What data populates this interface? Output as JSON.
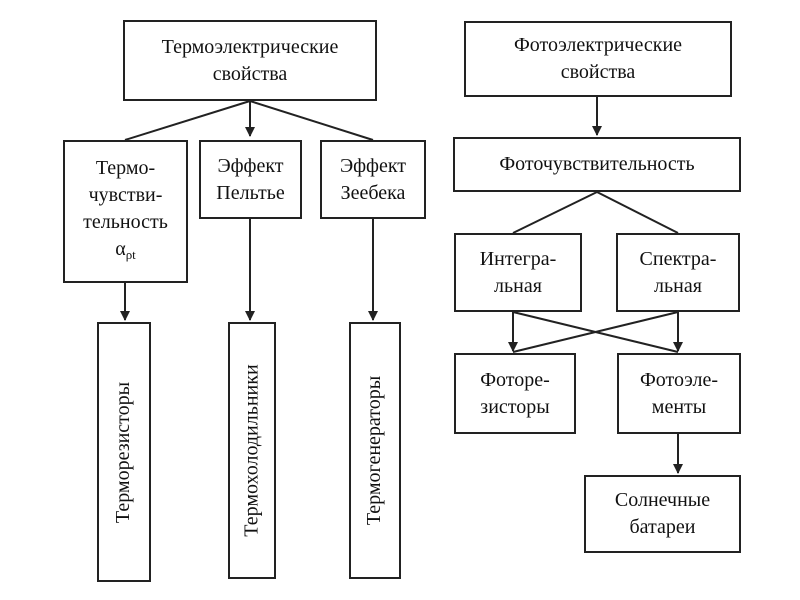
{
  "thermo": {
    "root": {
      "line1": "Термоэлектрические",
      "line2": "свойства"
    },
    "thermosensitivity": {
      "line1": "Термо-",
      "line2": "чувстви-",
      "line3": "тельность",
      "symbol": "α",
      "symbol_sub": "ρt"
    },
    "peltier": {
      "line1": "Эффект",
      "line2": "Пельтье"
    },
    "seebeck": {
      "line1": "Эффект",
      "line2": "Зеебека"
    },
    "thermistors": "Терморезисторы",
    "thermocoolers": "Термохолодильники",
    "thermogenerators": "Термогенераторы"
  },
  "photo": {
    "root": {
      "line1": "Фотоэлектрические",
      "line2": "свойства"
    },
    "photosensitivity": "Фоточувствительность",
    "integral": {
      "line1": "Интегра-",
      "line2": "льная"
    },
    "spectral": {
      "line1": "Спектра-",
      "line2": "льная"
    },
    "photoresistors": {
      "line1": "Фоторе-",
      "line2": "зисторы"
    },
    "photocells": {
      "line1": "Фотоэле-",
      "line2": "менты"
    },
    "solar": {
      "line1": "Солнечные",
      "line2": "батареи"
    }
  },
  "colors": {
    "stroke": "#222222",
    "background": "#ffffff",
    "text": "#111111"
  }
}
